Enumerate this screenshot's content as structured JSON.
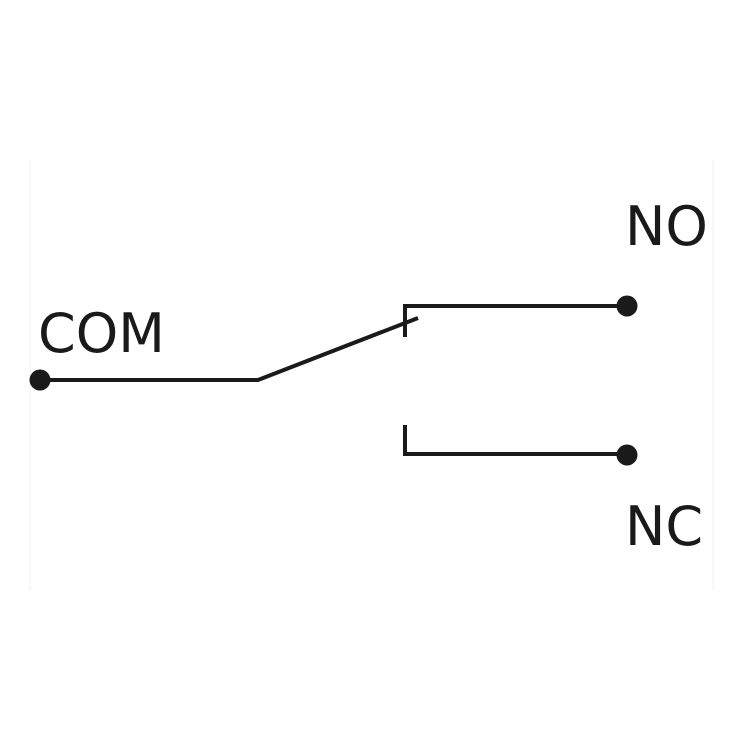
{
  "diagram": {
    "labels": {
      "com": "COM",
      "no": "NO",
      "nc": "NC"
    },
    "colors": {
      "stroke": "#1a1a1a",
      "frame": "#f0f0f0"
    }
  }
}
